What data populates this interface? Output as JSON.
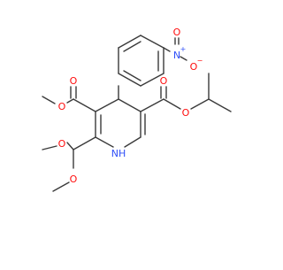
{
  "colors": {
    "bond": "#3a3a3a",
    "oxygen": "#ff0d0d",
    "nitrogen": "#3050f8",
    "carbon": "#3a3a3a"
  },
  "labels": {
    "nitro_n": "N",
    "nitro_n_charge": "+",
    "nitro_o_top": "O",
    "nitro_o_minus": "O",
    "nitro_o_charge": "−",
    "ester_left_carbonyl_o": "O",
    "ester_left_ether_o": "O",
    "ester_right_carbonyl_o": "O",
    "ester_right_ether_o": "O",
    "acetal_o_top": "O",
    "acetal_o_bottom": "O",
    "ring_nh": "NH"
  }
}
